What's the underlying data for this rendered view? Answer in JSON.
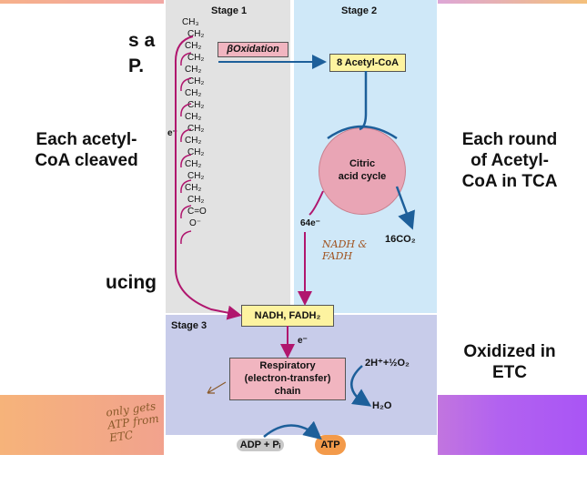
{
  "slide": {
    "left_fragment_1": "s a",
    "left_fragment_2": "P.",
    "left_fragment_3": "ucing",
    "left_note": "Each acetyl-\nCoA cleaved",
    "right_note_1": "Each round\nof Acetyl-\nCoA in TCA",
    "right_note_2": "Oxidized in\nETC",
    "handwritten_bottom": "only gets\nATP from\nETC"
  },
  "figure": {
    "stage1_label": "Stage 1",
    "stage2_label": "Stage 2",
    "stage3_label": "Stage 3",
    "beta_oxidation": "βOxidation",
    "acetyl_coa": "8 Acetyl-CoA",
    "cycle_label": "Citric\nacid cycle",
    "electrons_64": "64e⁻",
    "co2_label": "16CO₂",
    "handwritten_nadh": "NADH &\nFADH",
    "nadh_box": "NADH, FADH₂",
    "electron_symbol": "e⁻",
    "etc_box": "Respiratory\n(electron-transfer)\nchain",
    "oxygen_label": "2H⁺+½O₂",
    "water_label": "H₂O",
    "adp_label": "ADP + Pᵢ",
    "atp_label": "ATP",
    "fatty_acid_top": "CH₃",
    "fatty_acid_unit": "CH₂",
    "carbonyl": "C=O",
    "oxide": "O⁻"
  },
  "colors": {
    "accent_pink": "#b0166e",
    "accent_blue": "#1d5f9a",
    "cycle_fill": "#e9a5b5",
    "box_yellow": "#fdf3a0",
    "box_pink": "#f1b5c0",
    "atp_orange": "#f39a4a"
  }
}
